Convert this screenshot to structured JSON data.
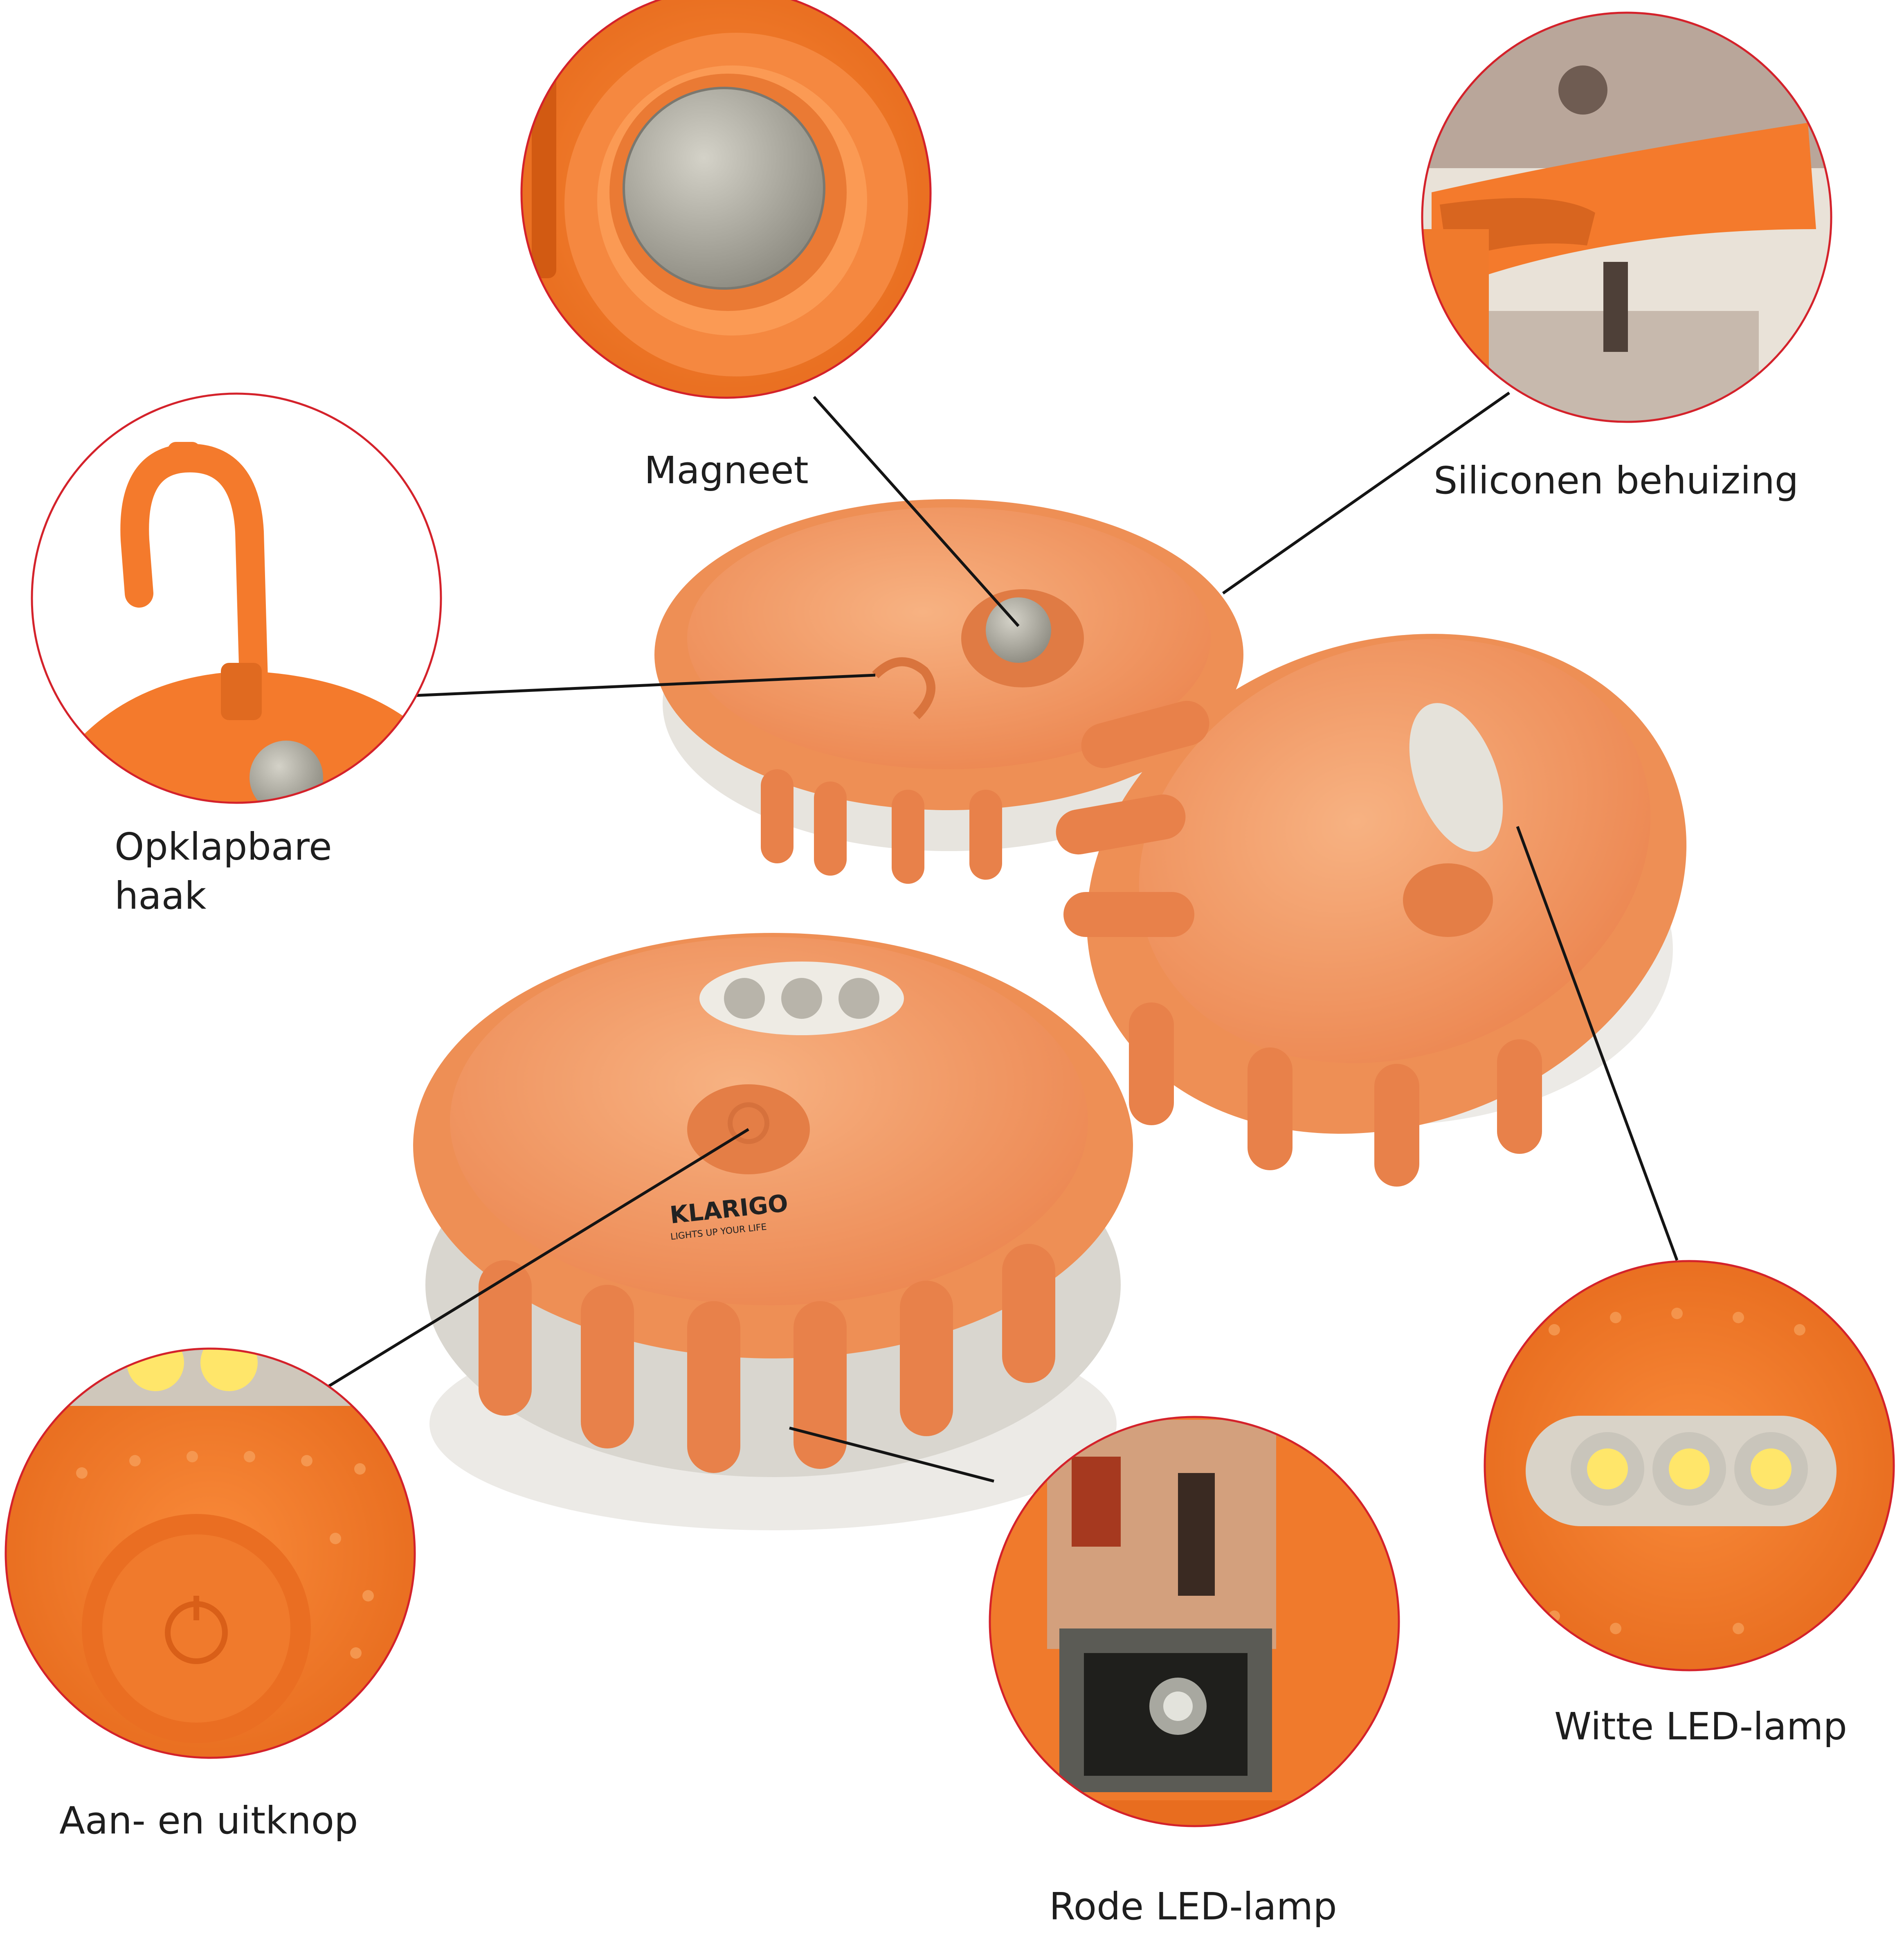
{
  "labels": {
    "magnet": "Magneet",
    "housing": "Siliconen behuizing",
    "hook_line1": "Opklapbare",
    "hook_line2": "haak",
    "power_button": "Aan- en uitknop",
    "white_led": "Witte LED-lamp",
    "red_led": "Rode LED-lamp"
  },
  "brand": {
    "logo_text": "KLARIGO",
    "tagline": "LIGHTS UP YOUR LIFE"
  },
  "colors": {
    "body_orange": "#f39a64",
    "rim_orange": "#f08a4b",
    "detail_orange": "#f47a2c",
    "callout_ring": "#d4222b",
    "leader_line": "#141414",
    "text": "#1e1e1e",
    "metal": "#a8a8a0",
    "led_yellow": "#ffe66a"
  }
}
